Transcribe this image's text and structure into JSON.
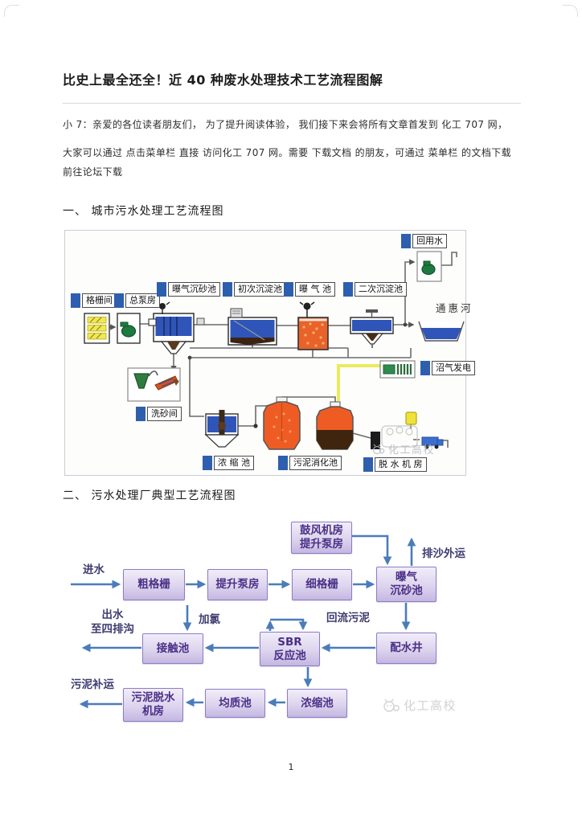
{
  "page": {
    "number": "1"
  },
  "header": {
    "title": "比史上最全还全！近  40 种废水处理技术工艺流程图解"
  },
  "intro": {
    "line1": "小 7：亲爱的各位读者朋友们，  为了提升阅读体验，  我们接下来会将所有文章首发到   化工 707 网，",
    "line2": "大家可以通过 点击菜单栏 直接 访问化工  707 网。需要 下载文档 的朋友，可通过  菜单栏 的文档下载",
    "line3": "前往论坛下载"
  },
  "section1": {
    "heading": "一、 城市污水处理工艺流程图"
  },
  "section2": {
    "heading": "二、 污水处理厂典型工艺流程图"
  },
  "diagram1": {
    "labels": {
      "grid_room": "格栅间",
      "pump_house": "总泵房",
      "aerated_grit": "曝气沉砂池",
      "primary_sed": "初次沉淀池",
      "aeration_tank": "曝 气 池",
      "secondary_sed": "二次沉淀池",
      "reuse_water": "回用水",
      "river": "通惠河",
      "sand_wash": "洗砂间",
      "thickener": "浓 缩 池",
      "digester": "污泥消化池",
      "dewatering": "脱 水 机 房",
      "biogas_power": "沼气发电"
    },
    "watermark": "化工高校"
  },
  "diagram2": {
    "boxes": {
      "blower_line1": "鼓风机房",
      "blower_line2": "提升泵房",
      "coarse_screen": "粗格栅",
      "lift_pump": "提升泵房",
      "fine_screen": "细格栅",
      "grit_line1": "曝气",
      "grit_line2": "沉砂池",
      "contact_tank": "接触池",
      "sbr_line1": "SBR",
      "sbr_line2": "反应池",
      "dist_well": "配水井",
      "dewater_line1": "污泥脱水",
      "dewater_line2": "机房",
      "equalization": "均质池",
      "thickener": "浓缩池"
    },
    "texts": {
      "inflow": "进水",
      "sand_out": "排沙外运",
      "outflow_line1": "出水",
      "outflow_line2": "至四排沟",
      "chlorine": "加氯",
      "return_sludge": "回流污泥",
      "sludge_out": "污泥补运"
    },
    "watermark": "化工高校"
  },
  "colors": {
    "label_square_blue": "#2e5fae",
    "water_blue": "#2f55b8",
    "aeration_orange": "#e8622a",
    "silo_orange": "#ee5c24",
    "sludge_brown": "#3f250e",
    "biogas_pipe_yellow": "#ecea5e",
    "flow_arrow_blue": "#4a7cba",
    "d2_box_border": "#8e7cc3",
    "d2_box_text": "#4a2f86"
  }
}
